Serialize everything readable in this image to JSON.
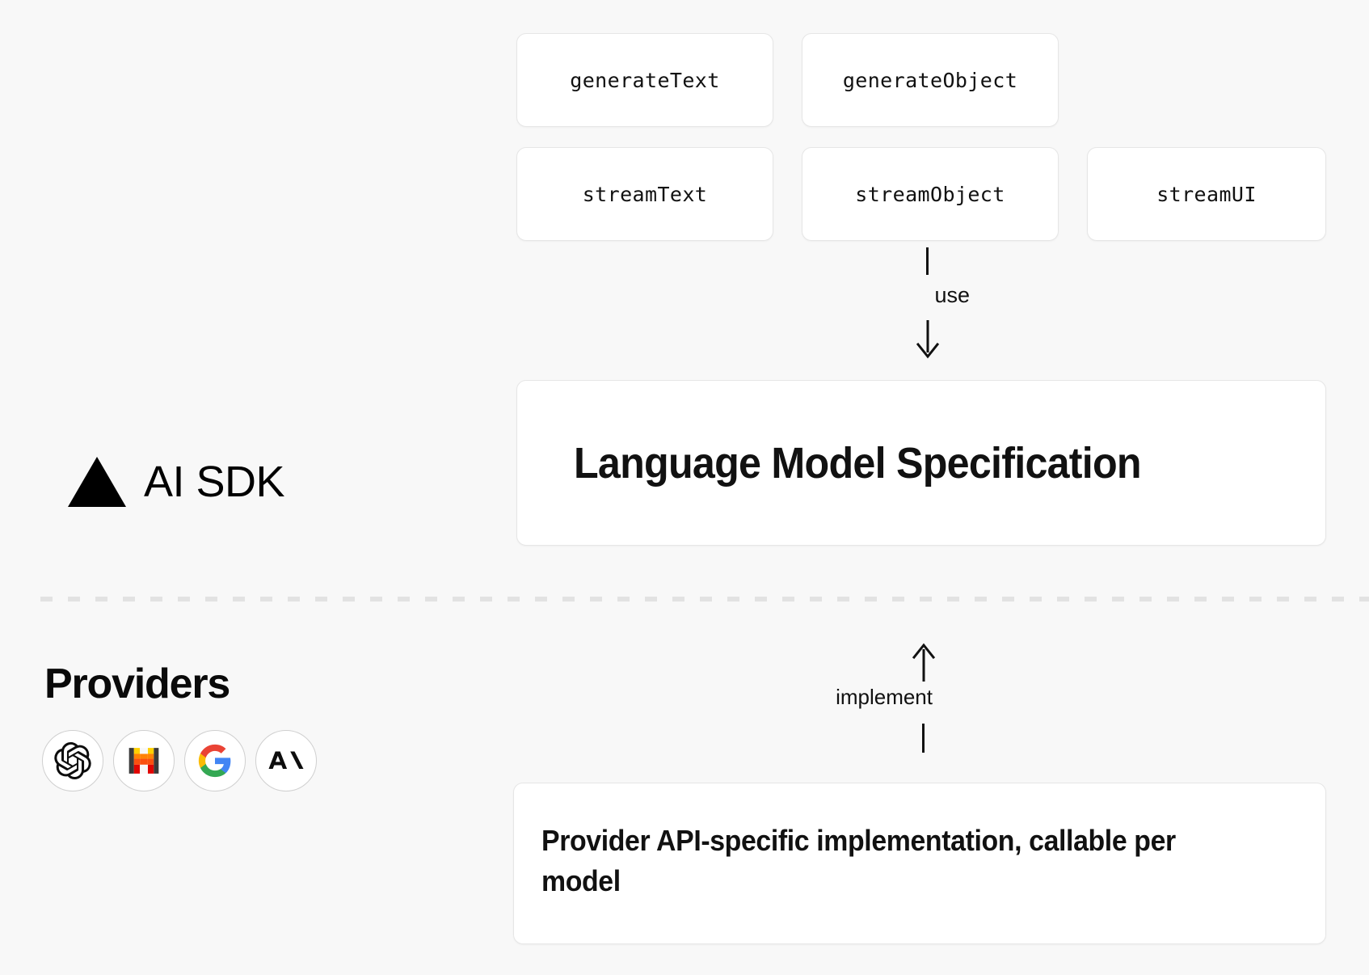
{
  "background_color": "#f8f8f8",
  "sdk_layer": {
    "label": "AI SDK",
    "logo_icon": "vercel-triangle-icon",
    "functions_row_1": [
      {
        "name": "generateText"
      },
      {
        "name": "generateObject"
      }
    ],
    "functions_row_2": [
      {
        "name": "streamText"
      },
      {
        "name": "streamObject"
      },
      {
        "name": "streamUI"
      }
    ],
    "use_connector": {
      "label": "use",
      "direction": "down",
      "arrow_icon": "arrow-down-icon"
    },
    "spec_box": {
      "title": "Language Model Specification"
    }
  },
  "divider": {
    "style": "dashed",
    "color": "#e2e2e2"
  },
  "providers_layer": {
    "heading": "Providers",
    "logos": [
      {
        "icon": "openai-logo-icon",
        "name": "OpenAI"
      },
      {
        "icon": "mistral-logo-icon",
        "name": "Mistral"
      },
      {
        "icon": "google-logo-icon",
        "name": "Google"
      },
      {
        "icon": "anthropic-logo-icon",
        "name": "Anthropic"
      }
    ],
    "implement_connector": {
      "label": "implement",
      "direction": "up",
      "arrow_icon": "arrow-up-icon"
    },
    "impl_box": {
      "text": "Provider API-specific implementation, callable per model"
    }
  },
  "colors": {
    "card_bg": "#ffffff",
    "card_border": "#e6e6e6",
    "text": "#111111",
    "google_blue": "#4285F4",
    "google_red": "#EA4335",
    "google_yellow": "#FBBC05",
    "google_green": "#34A853",
    "mistral_yellow": "#FFD000",
    "mistral_orange": "#FF8205",
    "mistral_red": "#FA500F"
  }
}
